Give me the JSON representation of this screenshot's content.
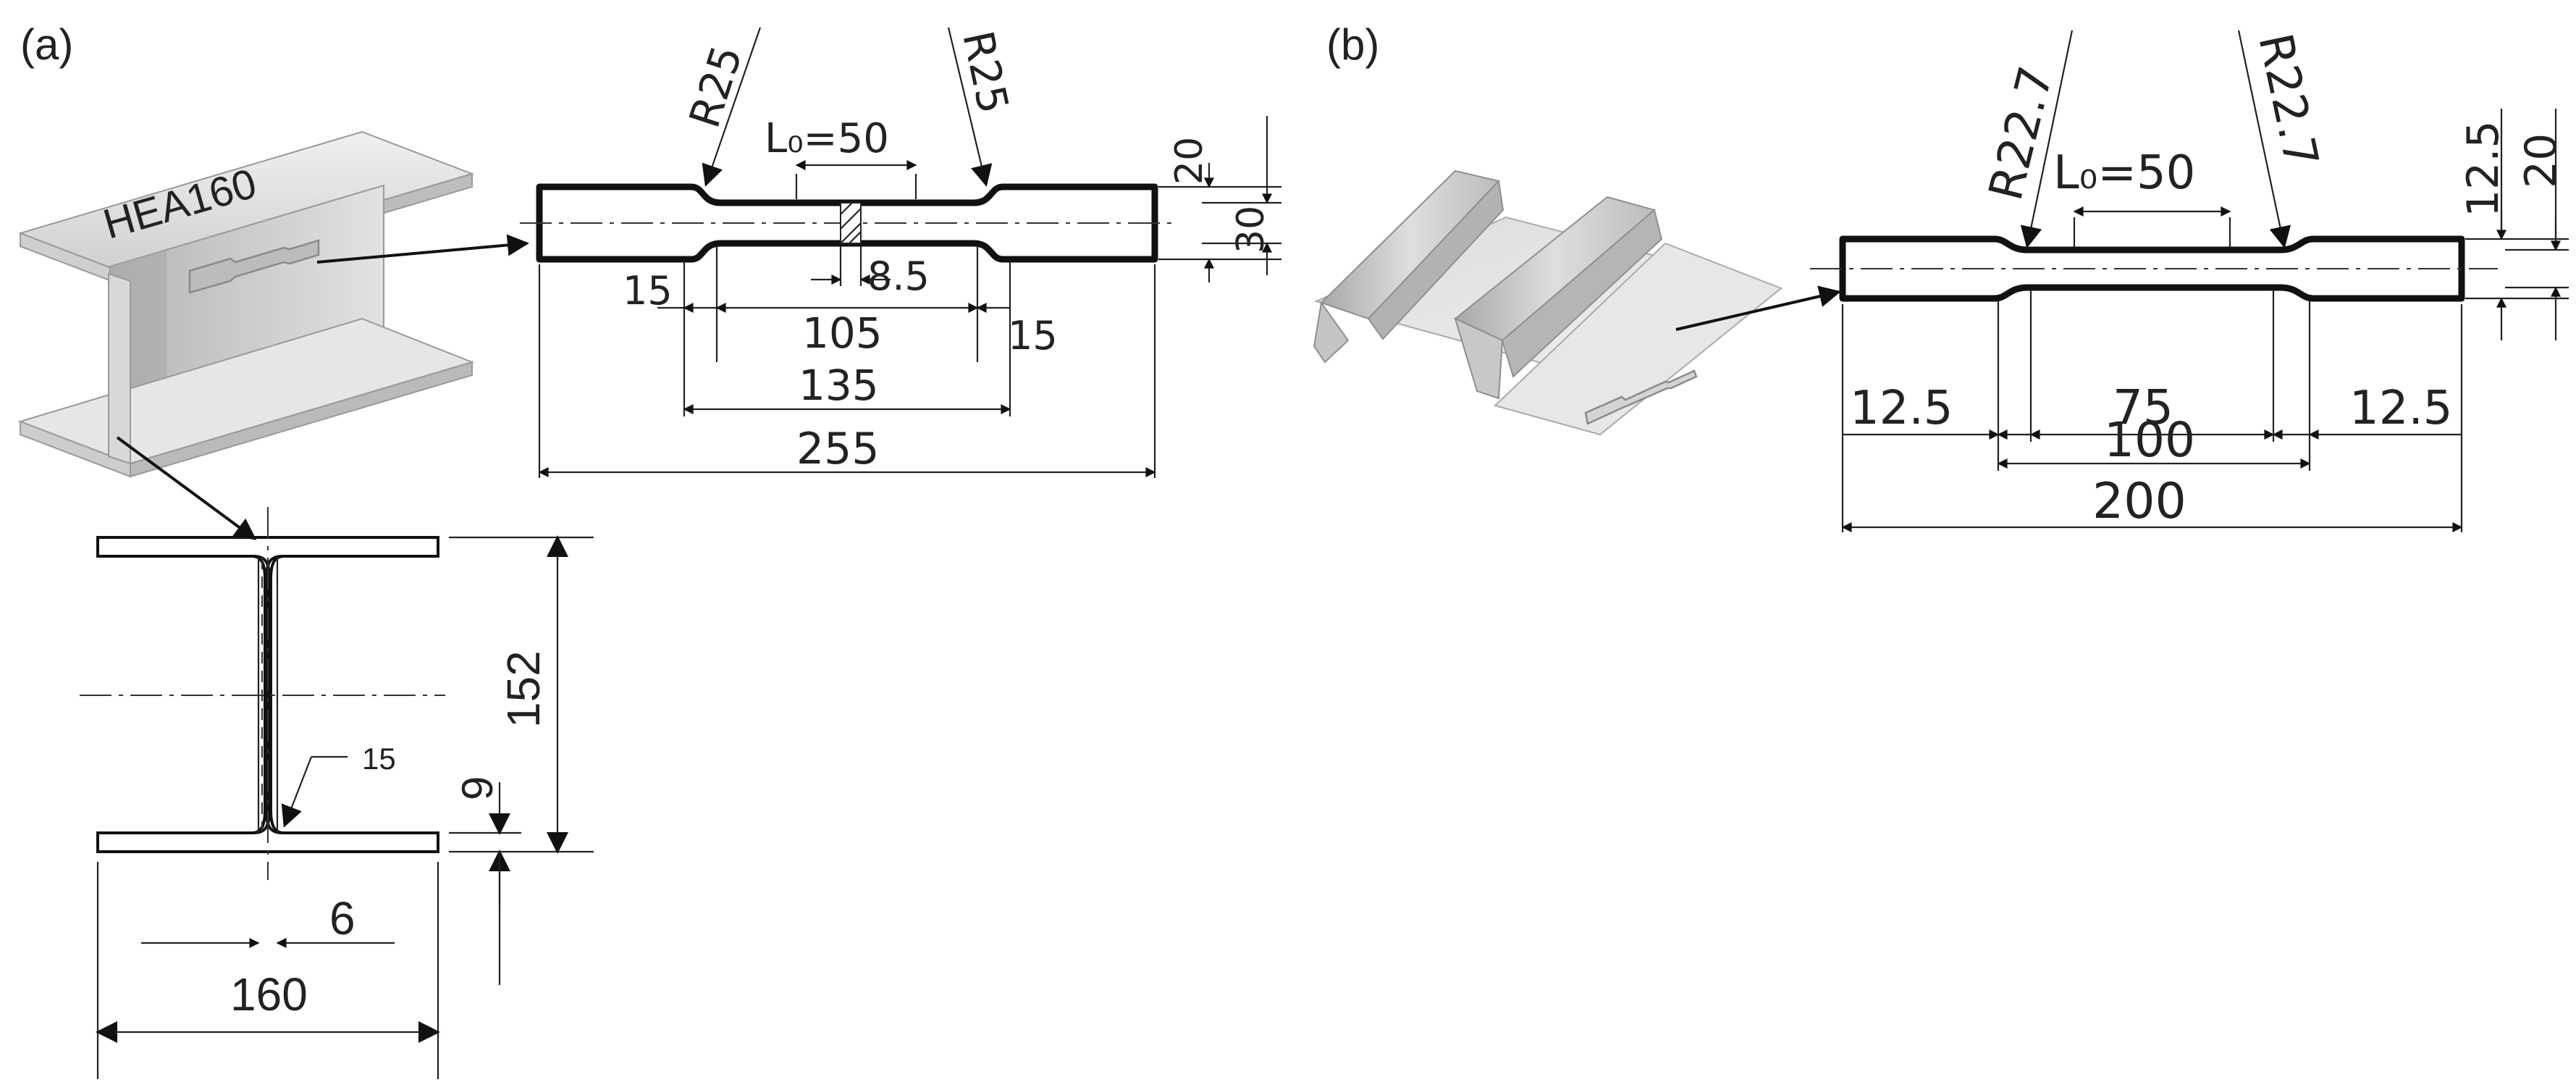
{
  "labels": {
    "panel_a": "(a)",
    "panel_b": "(b)",
    "beam_name": "HEA160"
  },
  "panel_a": {
    "coupon": {
      "radius_left": "R25",
      "radius_right": "R25",
      "gauge": "L₀=50",
      "width_grip": "20",
      "width_total": "30",
      "thickness": "8.5",
      "shoulder_left": "15",
      "shoulder_right": "15",
      "parallel": "105",
      "reduced": "135",
      "total": "255"
    },
    "section": {
      "height": "152",
      "flange_thickness": "9",
      "root_radius": "15",
      "web_thickness": "6",
      "width": "160"
    }
  },
  "panel_b": {
    "coupon": {
      "radius_left": "R22.7",
      "radius_right": "R22.7",
      "gauge": "L₀=50",
      "width_grip": "12.5",
      "width_total": "20",
      "shoulder_left": "12.5",
      "shoulder_right": "12.5",
      "parallel": "75",
      "reduced": "100",
      "total": "200"
    }
  },
  "colors": {
    "steel_light": "#e4e4e4",
    "steel_mid": "#c8c8c8",
    "steel_dark": "#9a9a9a",
    "line": "#111111"
  }
}
